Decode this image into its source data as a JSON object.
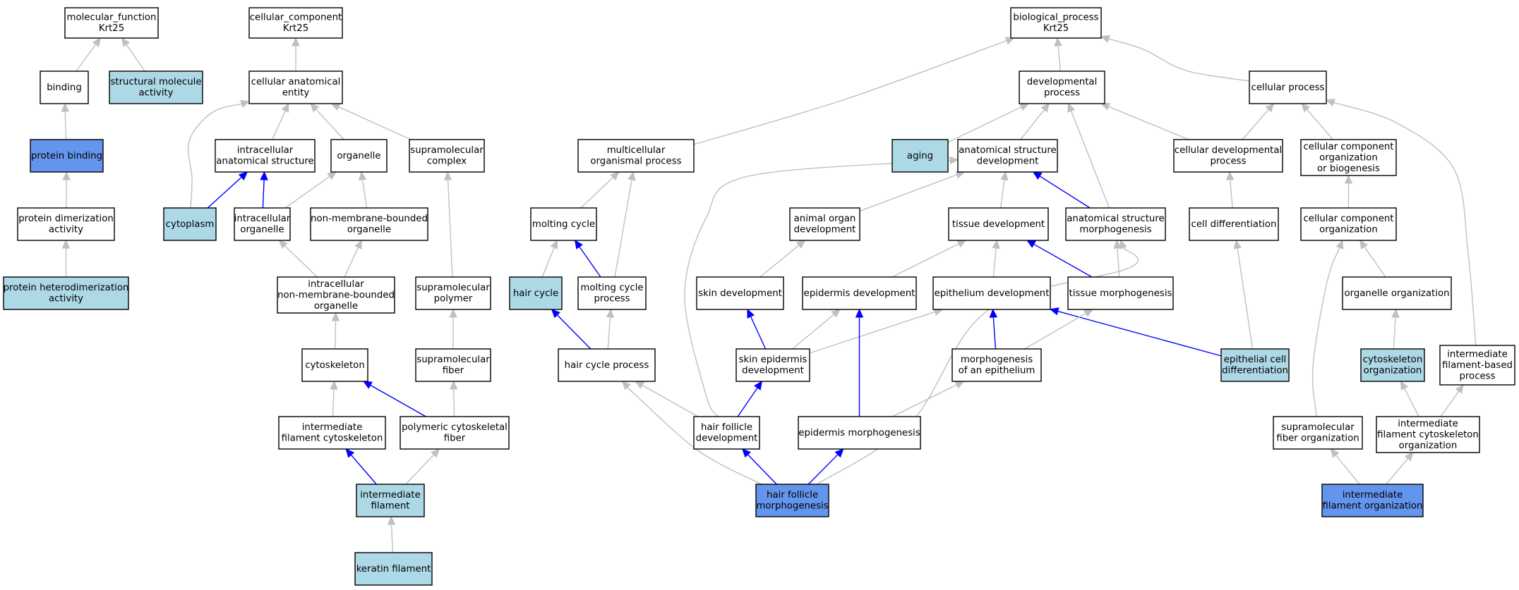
{
  "colors": {
    "node_default": "#ffffff",
    "node_light": "#add8e6",
    "node_strong": "#6495ed",
    "edge_gray": "#c0c0c0",
    "edge_blue": "#0000ff",
    "border": "#000000"
  },
  "nodes": [
    {
      "id": "mf",
      "lines": [
        "molecular_function",
        "Krt25"
      ],
      "style": "default"
    },
    {
      "id": "binding",
      "lines": [
        "binding"
      ],
      "style": "default"
    },
    {
      "id": "sma",
      "lines": [
        "structural molecule",
        "activity"
      ],
      "style": "light"
    },
    {
      "id": "pb",
      "lines": [
        "protein binding"
      ],
      "style": "strong"
    },
    {
      "id": "pda",
      "lines": [
        "protein dimerization",
        "activity"
      ],
      "style": "default"
    },
    {
      "id": "phda",
      "lines": [
        "protein heterodimerization",
        "activity"
      ],
      "style": "light"
    },
    {
      "id": "cc",
      "lines": [
        "cellular_component",
        "Krt25"
      ],
      "style": "default"
    },
    {
      "id": "cae",
      "lines": [
        "cellular anatomical",
        "entity"
      ],
      "style": "default"
    },
    {
      "id": "ias",
      "lines": [
        "intracellular",
        "anatomical structure"
      ],
      "style": "default"
    },
    {
      "id": "organelle",
      "lines": [
        "organelle"
      ],
      "style": "default"
    },
    {
      "id": "smc",
      "lines": [
        "supramolecular",
        "complex"
      ],
      "style": "default"
    },
    {
      "id": "cytoplasm",
      "lines": [
        "cytoplasm"
      ],
      "style": "light"
    },
    {
      "id": "io",
      "lines": [
        "intracellular",
        "organelle"
      ],
      "style": "default"
    },
    {
      "id": "nmbo",
      "lines": [
        "non-membrane-bounded",
        "organelle"
      ],
      "style": "default"
    },
    {
      "id": "inmbo",
      "lines": [
        "intracellular",
        "non-membrane-bounded",
        "organelle"
      ],
      "style": "default"
    },
    {
      "id": "smp",
      "lines": [
        "supramolecular",
        "polymer"
      ],
      "style": "default"
    },
    {
      "id": "cyto",
      "lines": [
        "cytoskeleton"
      ],
      "style": "default"
    },
    {
      "id": "smf",
      "lines": [
        "supramolecular",
        "fiber"
      ],
      "style": "default"
    },
    {
      "id": "ifc",
      "lines": [
        "intermediate",
        "filament cytoskeleton"
      ],
      "style": "default"
    },
    {
      "id": "pcf",
      "lines": [
        "polymeric cytoskeletal",
        "fiber"
      ],
      "style": "default"
    },
    {
      "id": "if",
      "lines": [
        "intermediate",
        "filament"
      ],
      "style": "light"
    },
    {
      "id": "kf",
      "lines": [
        "keratin filament"
      ],
      "style": "light"
    },
    {
      "id": "bp",
      "lines": [
        "biological_process",
        "Krt25"
      ],
      "style": "default"
    },
    {
      "id": "dp",
      "lines": [
        "developmental",
        "process"
      ],
      "style": "default"
    },
    {
      "id": "cp",
      "lines": [
        "cellular process"
      ],
      "style": "default"
    },
    {
      "id": "mop",
      "lines": [
        "multicellular",
        "organismal process"
      ],
      "style": "default"
    },
    {
      "id": "aging",
      "lines": [
        "aging"
      ],
      "style": "light"
    },
    {
      "id": "asd",
      "lines": [
        "anatomical structure",
        "development"
      ],
      "style": "default"
    },
    {
      "id": "cdp",
      "lines": [
        "cellular developmental",
        "process"
      ],
      "style": "default"
    },
    {
      "id": "ccob",
      "lines": [
        "cellular component",
        "organization",
        "or biogenesis"
      ],
      "style": "default"
    },
    {
      "id": "mc",
      "lines": [
        "molting cycle"
      ],
      "style": "default"
    },
    {
      "id": "aod",
      "lines": [
        "animal organ",
        "development"
      ],
      "style": "default"
    },
    {
      "id": "td",
      "lines": [
        "tissue development"
      ],
      "style": "default"
    },
    {
      "id": "asm",
      "lines": [
        "anatomical structure",
        "morphogenesis"
      ],
      "style": "default"
    },
    {
      "id": "cd",
      "lines": [
        "cell differentiation"
      ],
      "style": "default"
    },
    {
      "id": "cco",
      "lines": [
        "cellular component",
        "organization"
      ],
      "style": "default"
    },
    {
      "id": "hc",
      "lines": [
        "hair cycle"
      ],
      "style": "light"
    },
    {
      "id": "mcp",
      "lines": [
        "molting cycle",
        "process"
      ],
      "style": "default"
    },
    {
      "id": "sd",
      "lines": [
        "skin development"
      ],
      "style": "default"
    },
    {
      "id": "ed",
      "lines": [
        "epidermis development"
      ],
      "style": "default"
    },
    {
      "id": "epd",
      "lines": [
        "epithelium development"
      ],
      "style": "default"
    },
    {
      "id": "tm",
      "lines": [
        "tissue morphogenesis"
      ],
      "style": "default"
    },
    {
      "id": "oo",
      "lines": [
        "organelle organization"
      ],
      "style": "default"
    },
    {
      "id": "hcp",
      "lines": [
        "hair cycle process"
      ],
      "style": "default"
    },
    {
      "id": "sed",
      "lines": [
        "skin epidermis",
        "development"
      ],
      "style": "default"
    },
    {
      "id": "moe",
      "lines": [
        "morphogenesis",
        "of an epithelium"
      ],
      "style": "default"
    },
    {
      "id": "ecd",
      "lines": [
        "epithelial cell",
        "differentiation"
      ],
      "style": "light"
    },
    {
      "id": "cso",
      "lines": [
        "cytoskeleton",
        "organization"
      ],
      "style": "light"
    },
    {
      "id": "ifbp",
      "lines": [
        "intermediate",
        "filament-based",
        "process"
      ],
      "style": "default"
    },
    {
      "id": "hfd",
      "lines": [
        "hair follicle",
        "development"
      ],
      "style": "default"
    },
    {
      "id": "em",
      "lines": [
        "epidermis morphogenesis"
      ],
      "style": "default"
    },
    {
      "id": "sfo",
      "lines": [
        "supramolecular",
        "fiber organization"
      ],
      "style": "default"
    },
    {
      "id": "ifco",
      "lines": [
        "intermediate",
        "filament cytoskeleton",
        "organization"
      ],
      "style": "default"
    },
    {
      "id": "hfm",
      "lines": [
        "hair follicle",
        "morphogenesis"
      ],
      "style": "strong"
    },
    {
      "id": "ifo",
      "lines": [
        "intermediate",
        "filament organization"
      ],
      "style": "strong"
    }
  ],
  "edges": [
    {
      "from": "binding",
      "to": "mf",
      "color": "gray"
    },
    {
      "from": "sma",
      "to": "mf",
      "color": "gray"
    },
    {
      "from": "pb",
      "to": "binding",
      "color": "gray"
    },
    {
      "from": "pda",
      "to": "pb",
      "color": "gray"
    },
    {
      "from": "phda",
      "to": "pda",
      "color": "gray"
    },
    {
      "from": "cae",
      "to": "cc",
      "color": "gray"
    },
    {
      "from": "ias",
      "to": "cae",
      "color": "gray"
    },
    {
      "from": "organelle",
      "to": "cae",
      "color": "gray"
    },
    {
      "from": "smc",
      "to": "cae",
      "color": "gray"
    },
    {
      "from": "cytoplasm",
      "to": "cae",
      "color": "gray"
    },
    {
      "from": "cytoplasm",
      "to": "ias",
      "color": "blue"
    },
    {
      "from": "io",
      "to": "ias",
      "color": "blue"
    },
    {
      "from": "io",
      "to": "organelle",
      "color": "gray"
    },
    {
      "from": "nmbo",
      "to": "organelle",
      "color": "gray"
    },
    {
      "from": "inmbo",
      "to": "io",
      "color": "gray"
    },
    {
      "from": "inmbo",
      "to": "nmbo",
      "color": "gray"
    },
    {
      "from": "smp",
      "to": "smc",
      "color": "gray"
    },
    {
      "from": "cyto",
      "to": "inmbo",
      "color": "gray"
    },
    {
      "from": "smf",
      "to": "smp",
      "color": "gray"
    },
    {
      "from": "ifc",
      "to": "cyto",
      "color": "gray"
    },
    {
      "from": "pcf",
      "to": "cyto",
      "color": "blue"
    },
    {
      "from": "pcf",
      "to": "smf",
      "color": "gray"
    },
    {
      "from": "if",
      "to": "ifc",
      "color": "blue"
    },
    {
      "from": "if",
      "to": "pcf",
      "color": "gray"
    },
    {
      "from": "kf",
      "to": "if",
      "color": "gray"
    },
    {
      "from": "dp",
      "to": "bp",
      "color": "gray"
    },
    {
      "from": "cp",
      "to": "bp",
      "color": "gray"
    },
    {
      "from": "mop",
      "to": "bp",
      "color": "gray"
    },
    {
      "from": "aging",
      "to": "dp",
      "color": "gray"
    },
    {
      "from": "asd",
      "to": "dp",
      "color": "gray"
    },
    {
      "from": "asm",
      "to": "dp",
      "color": "gray"
    },
    {
      "from": "cdp",
      "to": "dp",
      "color": "gray"
    },
    {
      "from": "cdp",
      "to": "cp",
      "color": "gray"
    },
    {
      "from": "ccob",
      "to": "cp",
      "color": "gray"
    },
    {
      "from": "ifbp",
      "to": "cp",
      "color": "gray"
    },
    {
      "from": "mc",
      "to": "mop",
      "color": "gray"
    },
    {
      "from": "mcp",
      "to": "mop",
      "color": "gray"
    },
    {
      "from": "aod",
      "to": "asd",
      "color": "gray"
    },
    {
      "from": "td",
      "to": "asd",
      "color": "gray"
    },
    {
      "from": "asm",
      "to": "asd",
      "color": "blue"
    },
    {
      "from": "hfd",
      "to": "asd",
      "color": "gray"
    },
    {
      "from": "cd",
      "to": "cdp",
      "color": "gray"
    },
    {
      "from": "cco",
      "to": "ccob",
      "color": "gray"
    },
    {
      "from": "hc",
      "to": "mc",
      "color": "gray"
    },
    {
      "from": "mcp",
      "to": "mc",
      "color": "blue"
    },
    {
      "from": "sd",
      "to": "aod",
      "color": "gray"
    },
    {
      "from": "epd",
      "to": "td",
      "color": "gray"
    },
    {
      "from": "tm",
      "to": "td",
      "color": "blue"
    },
    {
      "from": "tm",
      "to": "asm",
      "color": "gray"
    },
    {
      "from": "hfm",
      "to": "asm",
      "color": "gray"
    },
    {
      "from": "ecd",
      "to": "cd",
      "color": "gray"
    },
    {
      "from": "ecd",
      "to": "epd",
      "color": "blue"
    },
    {
      "from": "oo",
      "to": "cco",
      "color": "gray"
    },
    {
      "from": "sfo",
      "to": "cco",
      "color": "gray"
    },
    {
      "from": "ed",
      "to": "td",
      "color": "gray"
    },
    {
      "from": "hcp",
      "to": "hc",
      "color": "blue"
    },
    {
      "from": "hcp",
      "to": "mcp",
      "color": "gray"
    },
    {
      "from": "sed",
      "to": "sd",
      "color": "blue"
    },
    {
      "from": "sed",
      "to": "ed",
      "color": "gray"
    },
    {
      "from": "sed",
      "to": "epd",
      "color": "gray"
    },
    {
      "from": "moe",
      "to": "epd",
      "color": "blue"
    },
    {
      "from": "moe",
      "to": "tm",
      "color": "gray"
    },
    {
      "from": "cso",
      "to": "oo",
      "color": "gray"
    },
    {
      "from": "hfd",
      "to": "hcp",
      "color": "gray"
    },
    {
      "from": "hfd",
      "to": "sed",
      "color": "blue"
    },
    {
      "from": "em",
      "to": "ed",
      "color": "blue"
    },
    {
      "from": "em",
      "to": "moe",
      "color": "gray"
    },
    {
      "from": "ifco",
      "to": "cso",
      "color": "gray"
    },
    {
      "from": "ifco",
      "to": "ifbp",
      "color": "gray"
    },
    {
      "from": "hfm",
      "to": "hfd",
      "color": "blue"
    },
    {
      "from": "hfm",
      "to": "em",
      "color": "blue"
    },
    {
      "from": "hfm",
      "to": "hcp",
      "color": "gray"
    },
    {
      "from": "ifo",
      "to": "sfo",
      "color": "gray"
    },
    {
      "from": "ifo",
      "to": "ifco",
      "color": "gray"
    }
  ]
}
